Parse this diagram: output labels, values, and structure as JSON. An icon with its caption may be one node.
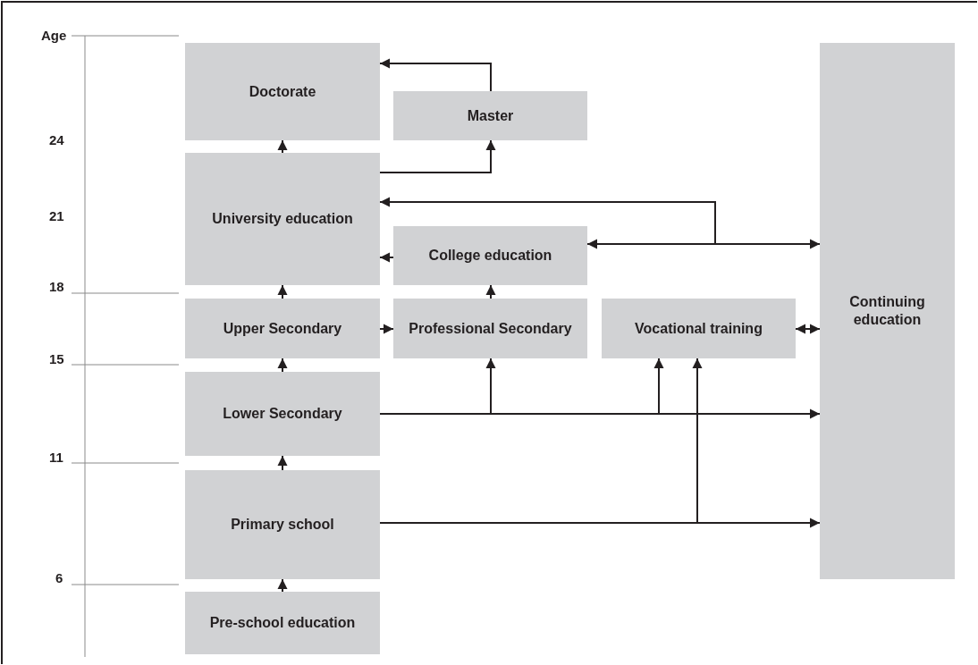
{
  "diagram": {
    "nodes": [
      {
        "text": [
          "Doctorate"
        ]
      },
      {
        "text": [
          "Master"
        ]
      },
      {
        "text": [
          "University education"
        ]
      },
      {
        "text": [
          "College education"
        ]
      },
      {
        "text": [
          "Upper Secondary"
        ]
      },
      {
        "text": [
          "Professional Secondary"
        ]
      },
      {
        "text": [
          "Vocational training"
        ]
      },
      {
        "text": [
          "Lower Secondary"
        ]
      },
      {
        "text": [
          "Primary school"
        ]
      },
      {
        "text": [
          "Pre-school education"
        ]
      },
      {
        "text": [
          "Continuing education"
        ]
      }
    ],
    "edges": [
      {
        "from": 1,
        "to": 0,
        "arrow": "to"
      },
      {
        "from": 2,
        "to": 1,
        "arrow": "to"
      },
      {
        "from": 2,
        "to": 0,
        "arrow": "to"
      },
      {
        "from": 3,
        "to": 10,
        "arrow": "both"
      },
      {
        "from": 10,
        "to": 2,
        "arrow": "to"
      },
      {
        "from": 3,
        "to": 2,
        "arrow": "to"
      },
      {
        "from": 4,
        "to": 2,
        "arrow": "to"
      },
      {
        "from": 5,
        "to": 3,
        "arrow": "to"
      },
      {
        "from": 4,
        "to": 5,
        "arrow": "to"
      },
      {
        "from": 6,
        "to": 10,
        "arrow": "both"
      },
      {
        "from": 7,
        "to": 10,
        "arrow": "to"
      },
      {
        "from": 7,
        "to": 5,
        "arrow": "to"
      },
      {
        "from": 7,
        "to": 6,
        "arrow": "to"
      },
      {
        "from": 7,
        "to": 4,
        "arrow": "to"
      },
      {
        "from": 8,
        "to": 10,
        "arrow": "to"
      },
      {
        "from": 8,
        "to": 6,
        "arrow": "to"
      },
      {
        "from": 8,
        "to": 7,
        "arrow": "to"
      },
      {
        "from": 9,
        "to": 8,
        "arrow": "to"
      }
    ],
    "labels": [
      "Age",
      "24",
      "21",
      "18",
      "15",
      "11",
      "6"
    ]
  }
}
